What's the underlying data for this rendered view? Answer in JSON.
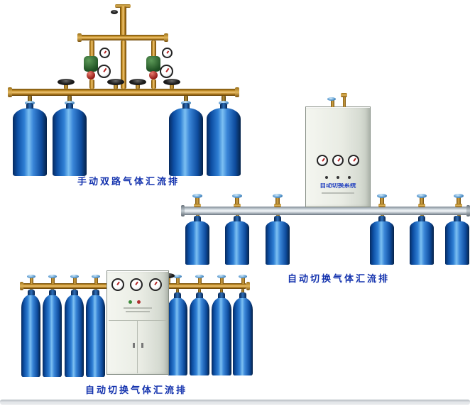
{
  "page": {
    "background": "#ffffff"
  },
  "colors": {
    "caption_text": "#1433ae",
    "cabinet_label_text": "#2543c0",
    "cylinder_blue": "#2f7fd4",
    "brass_pipe": "#c8922a",
    "aluminum_pipe": "#d7dee4",
    "cabinet_body": "#e9ece4"
  },
  "products": [
    {
      "caption": "手动双路气体汇流排",
      "cylinder_count": 4
    },
    {
      "caption": "自动切换气体汇流排",
      "cabinet_label": "自动切换系统",
      "cylinder_count": 6
    },
    {
      "caption": "自动切换气体汇流排",
      "cylinder_count": 8
    }
  ]
}
